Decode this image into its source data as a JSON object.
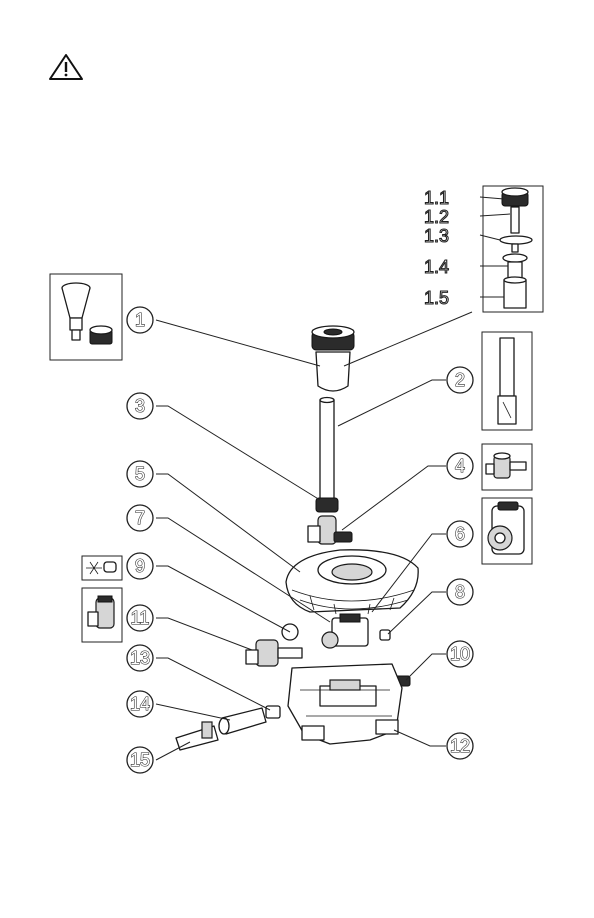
{
  "warning": {
    "icon": "warning-triangle-icon"
  },
  "callouts": {
    "c1": "1",
    "c2": "2",
    "c3": "3",
    "c4": "4",
    "c5": "5",
    "c6": "6",
    "c7": "7",
    "c8": "8",
    "c9": "9",
    "c10": "10",
    "c11": "11",
    "c12": "12",
    "c13": "13",
    "c14": "14",
    "c15": "15"
  },
  "sub_callouts": {
    "s11": "1.1",
    "s12": "1.2",
    "s13": "1.3",
    "s14": "1.4",
    "s15": "1.5"
  }
}
